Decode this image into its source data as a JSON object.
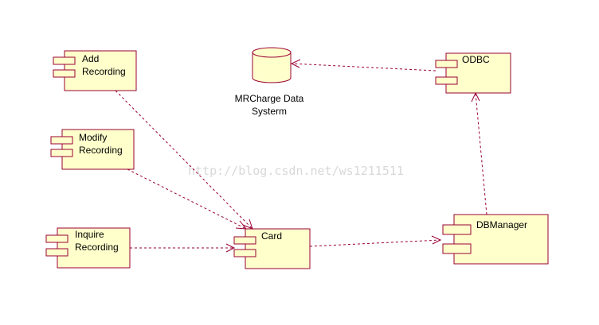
{
  "components": {
    "add_recording": {
      "line1": "Add",
      "line2": "Recording"
    },
    "modify_recording": {
      "line1": "Modify",
      "line2": "Recording"
    },
    "inquire_recording": {
      "line1": "Inquire",
      "line2": "Recording"
    },
    "card": {
      "label": "Card"
    },
    "dbmanager": {
      "label": "DBManager"
    },
    "odbc": {
      "label": "ODBC"
    }
  },
  "database": {
    "line1": "MRCharge Data",
    "line2": "Systerm"
  },
  "watermark": {
    "text": "http://blog.csdn.net/ws1211511"
  },
  "colors": {
    "fill": "#ffffcc",
    "stroke": "#990033"
  }
}
